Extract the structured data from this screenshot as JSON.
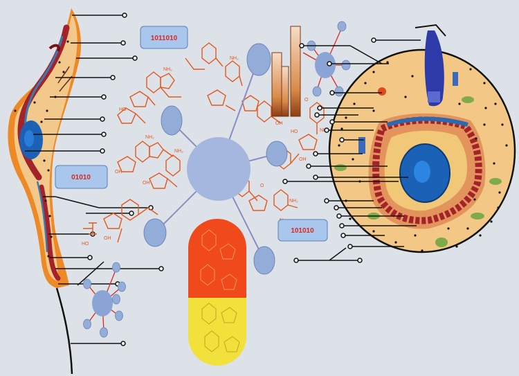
{
  "labels": {
    "binary_top": "1011010",
    "binary_left": "01010",
    "binary_right": "101010"
  },
  "colors": {
    "background": "#dde2e8",
    "label_box": "#a9c6ec",
    "label_text": "#d8281e",
    "molecule": "#e2581e",
    "capsule_top": "#f04a1c",
    "capsule_bottom": "#f1e13a",
    "cell_cytoplasm": "#f3c887",
    "nucleus": "#1b62b6",
    "mitochondria": "#a4222a",
    "node": "#94acd8"
  }
}
